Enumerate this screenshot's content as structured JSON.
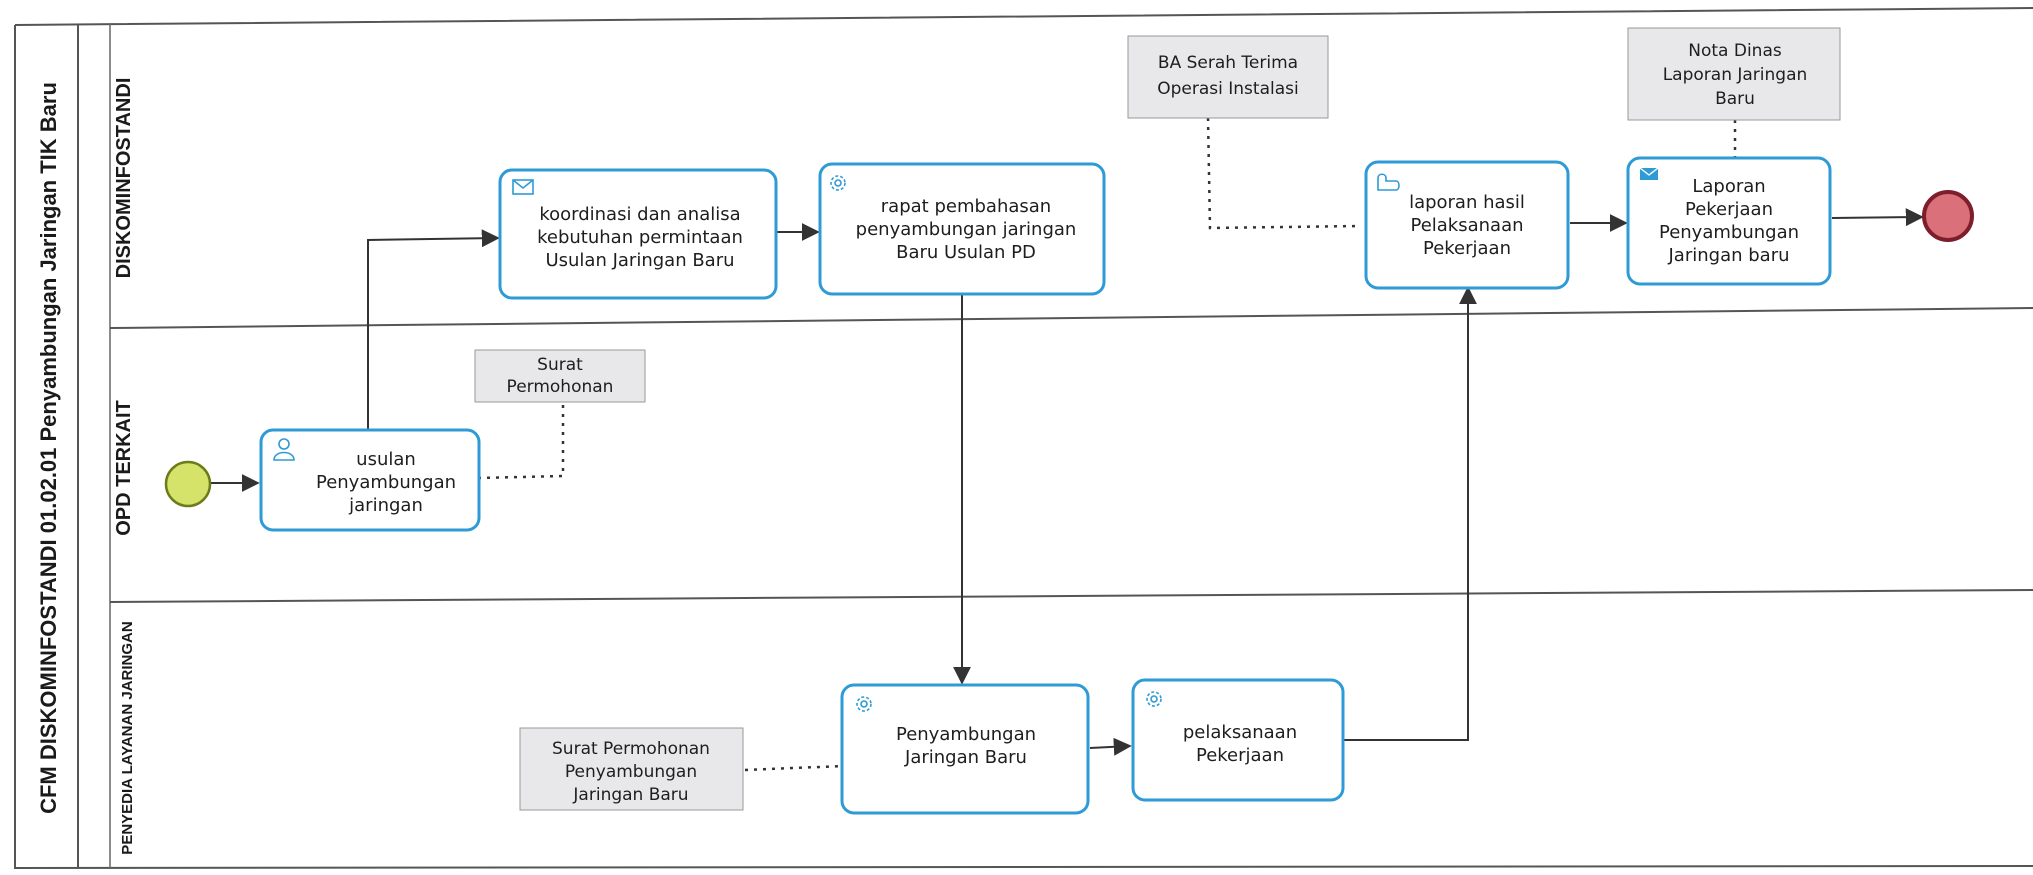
{
  "pool": {
    "title": "CFM DISKOMINFOSTANDI 01.02.01 Penyambungan Jaringan TIK Baru"
  },
  "lanes": [
    {
      "id": "lane1",
      "title": "DISKOMINFOSTANDI"
    },
    {
      "id": "lane2",
      "title": "OPD TERKAIT"
    },
    {
      "id": "lane3",
      "title": "PENYEDIA LAYANAN JARINGAN"
    }
  ],
  "tasks": [
    {
      "id": "t1",
      "icon": "user-task-icon",
      "lines": [
        "usulan",
        "Penyambungan",
        "jaringan"
      ]
    },
    {
      "id": "t2",
      "icon": "envelope-icon",
      "lines": [
        "koordinasi dan analisa",
        "kebutuhan permintaan",
        "Usulan Jaringan Baru"
      ]
    },
    {
      "id": "t3",
      "icon": "gear-icon",
      "lines": [
        "rapat pembahasan",
        "penyambungan jaringan",
        "Baru Usulan PD"
      ]
    },
    {
      "id": "t4",
      "icon": "gear-icon",
      "lines": [
        "Penyambungan",
        "Jaringan Baru"
      ]
    },
    {
      "id": "t5",
      "icon": "gear-icon",
      "lines": [
        "pelaksanaan",
        "Pekerjaan"
      ]
    },
    {
      "id": "t6",
      "icon": "hand-icon",
      "lines": [
        "laporan hasil",
        "Pelaksanaan",
        "Pekerjaan"
      ]
    },
    {
      "id": "t7",
      "icon": "envelope-filled-icon",
      "lines": [
        "Laporan",
        "Pekerjaan",
        "Penyambungan",
        "Jaringan baru"
      ]
    }
  ],
  "annotations": [
    {
      "id": "a1",
      "lines": [
        "Surat",
        "Permohonan"
      ]
    },
    {
      "id": "a2",
      "lines": [
        "Surat Permohonan",
        "Penyambungan",
        "Jaringan  Baru"
      ]
    },
    {
      "id": "a3",
      "lines": [
        "BA Serah Terima",
        "Operasi Instalasi"
      ]
    },
    {
      "id": "a4",
      "lines": [
        "Nota Dinas",
        "Laporan Jaringan",
        "Baru"
      ]
    }
  ],
  "events": [
    {
      "id": "start",
      "type": "start",
      "color": "#d6e36b"
    },
    {
      "id": "end",
      "type": "end",
      "color": "#d9707a"
    }
  ],
  "colors": {
    "task_border": "#2e9bd6",
    "task_fill": "#ffffff",
    "annotation_fill": "#e8e8ea",
    "line": "#333333"
  }
}
